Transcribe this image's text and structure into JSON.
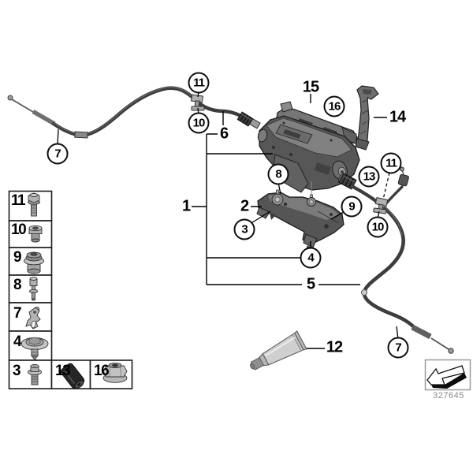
{
  "callouts": {
    "c11_left": "11",
    "c10_left": "10",
    "c7_left": "7",
    "c16": "16",
    "c13": "13",
    "c11_right": "11",
    "c10_right": "10",
    "c8": "8",
    "c3": "3",
    "c9": "9",
    "c4": "4",
    "c7_right": "7"
  },
  "labels": {
    "l15": "15",
    "l14": "14",
    "l6": "6",
    "l1": "1",
    "l2": "2",
    "l5": "5",
    "l12": "12"
  },
  "legend": {
    "b11": "11",
    "b10": "10",
    "b9": "9",
    "b8": "8",
    "b7": "7",
    "b4": "4",
    "b3": "3",
    "b13": "13",
    "b16": "16"
  },
  "stamp": {
    "part_number": "327645"
  },
  "icons": {
    "stamp_arrow": "installation-direction-arrow-icon",
    "legend_11": "flange-bolt-icon",
    "legend_10": "rivet-bushing-icon",
    "legend_9": "grommet-icon",
    "legend_8": "spacer-pin-icon",
    "legend_7": "cable-holder-clip-icon",
    "legend_4": "expanding-rivet-icon",
    "legend_3": "flange-screw-icon",
    "legend_13": "rubber-sleeve-icon",
    "legend_16": "flange-nut-icon"
  },
  "colors": {
    "background": "#ffffff",
    "line": "#000000",
    "cable": "#3d3d3d",
    "part_gray": "#8a8a8a",
    "stamp_text": "#8a8a8a"
  }
}
